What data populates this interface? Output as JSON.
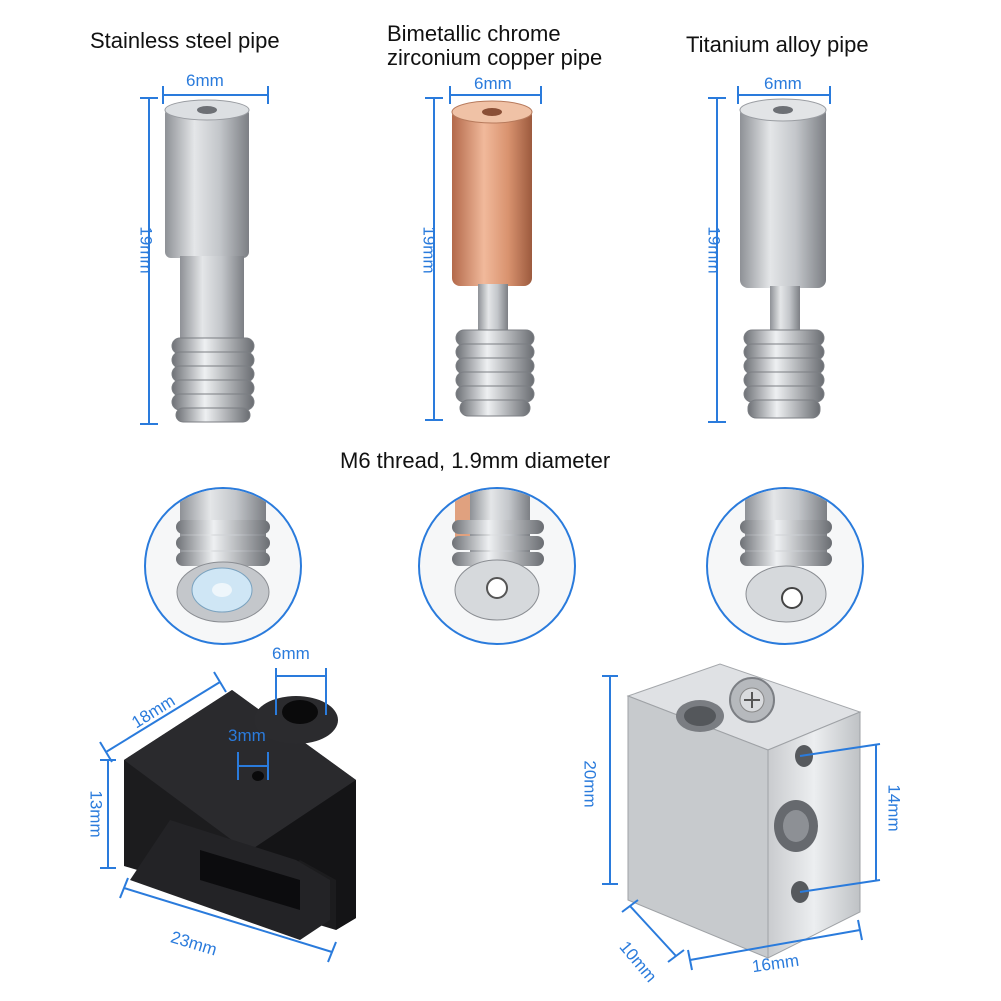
{
  "titles": {
    "stainless": "Stainless steel pipe",
    "copper_line1": "Bimetallic chrome",
    "copper_line2": "zirconium copper pipe",
    "titanium": "Titanium alloy pipe",
    "thread": "M6 thread, 1.9mm diameter"
  },
  "dimensions": {
    "pipe_width": "6mm",
    "pipe_height": "19mm",
    "sock_top": "6mm",
    "sock_hole": "3mm",
    "sock_depth": "18mm",
    "sock_height": "13mm",
    "sock_width": "23mm",
    "block_height": "20mm",
    "block_hole_spacing": "14mm",
    "block_depth": "10mm",
    "block_width": "16mm"
  },
  "colors": {
    "dimension": "#2a7bdc",
    "steel": "#b9bcc0",
    "copper": "#d9936f",
    "silicone": "#1c1c1e",
    "aluminum": "#d2d4d7"
  }
}
